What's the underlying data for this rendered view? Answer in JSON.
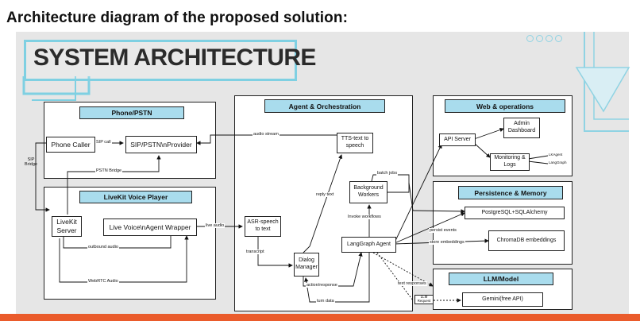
{
  "heading": "Architecture diagram of the proposed solution:",
  "slide_title": "SYSTEM ARCHITECTURE",
  "colors": {
    "accent_orange": "#ea5b2b",
    "panel_header": "#a9dced",
    "frame_blue": "#7fd0e2",
    "slide_bg": "#e6e6e6"
  },
  "panels": {
    "phone": "Phone/PSTN",
    "livekit": "LiveKit Voice Player",
    "agent": "Agent & Orchestration",
    "web": "Web & operations",
    "persistence": "Persistence & Memory",
    "llm": "LLM/Model"
  },
  "nodes": {
    "phone_caller": "Phone Caller",
    "sip_provider": "SIP/PSTN\\nProvider",
    "livekit_server": "LiveKit Server",
    "voice_agent_wrapper": "Live Voice\\nAgent Wrapper",
    "asr": "ASR-speech to text",
    "tts": "TTS-text to speech",
    "background_workers": "Background Workers",
    "dialog_manager": "Dialog Manager",
    "langgraph_agent": "LangGraph Agent",
    "api_server": "API Server",
    "admin_dashboard": "Admin Dashboard",
    "monitoring_logs": "Monitoring & Logs",
    "postgres": "PostgreSQL+SQLAlchemy",
    "chromadb": "ChromaDB embeddings",
    "gemini": "Gemini(free API)"
  },
  "edges": {
    "sip_call": "SIP call",
    "sip_bridge": "SIP Bridge",
    "pstn_bridge": "PSTN Bridge",
    "audio_stream": "audio stream",
    "live_audio": "live audio",
    "outbound_audio": "outbound audio",
    "webrtc_audio": "WebRTC Audio",
    "reply_text": "reply text",
    "transcript": "transcript",
    "batch_jobs": "batch jobs",
    "invoke_workflows": "Invoke workflows",
    "action_response": "action/response",
    "turn_data": "turn data",
    "persist_events": "persist events",
    "store_embeddings": "store embeddings",
    "text_responses": "text responses",
    "llm_request": "LLM Request",
    "lk_agent": "LKAgent",
    "langgraph_small": "LangGraph"
  }
}
